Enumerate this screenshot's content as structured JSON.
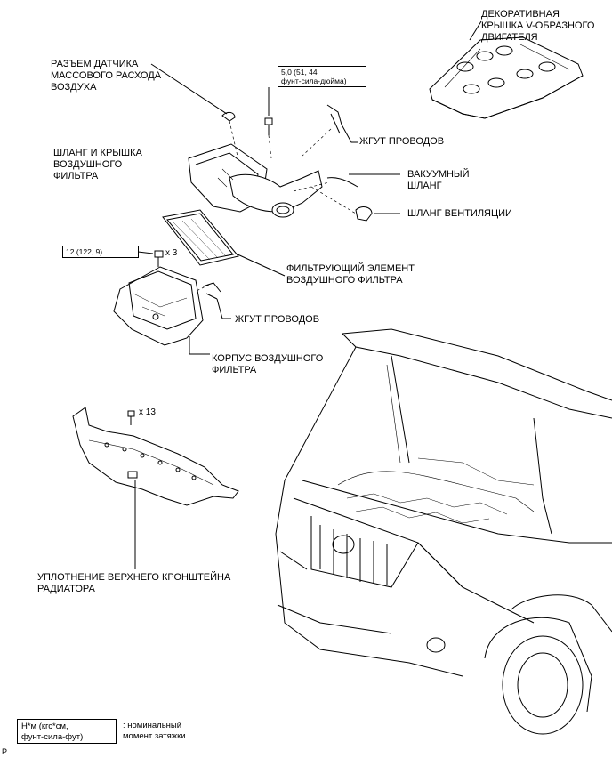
{
  "labels": {
    "engine_cover": "ДЕКОРАТИВНАЯ\nКРЫШКА V-ОБРАЗНОГО\nДВИГАТЕЛЯ",
    "maf_connector": "РАЗЪЕМ ДАТЧИКА\nМАССОВОГО РАСХОДА\nВОЗДУХА",
    "hose_and_cover": "ШЛАНГ И КРЫШКА\nВОЗДУШНОГО\nФИЛЬТРА",
    "wire_harness_top": "ЖГУТ ПРОВОДОВ",
    "vacuum_hose": "ВАКУУМНЫЙ\nШЛАНГ",
    "vent_hose": "ШЛАНГ ВЕНТИЛЯЦИИ",
    "filter_element": "ФИЛЬТРУЮЩИЙ ЭЛЕМЕНТ\nВОЗДУШНОГО ФИЛЬТРА",
    "wire_harness_mid": "ЖГУТ ПРОВОДОВ",
    "filter_case": "КОРПУС ВОЗДУШНОГО\nФИЛЬТРА",
    "radiator_seal": "УПЛОТНЕНИЕ ВЕРХНЕГО КРОНШТЕЙНА\nРАДИАТОРА"
  },
  "torques": {
    "cover_bolt": "5,0 (51, 44\nфунт-сила-дюйма)",
    "case_bolt": "12 (122, 9)"
  },
  "quantities": {
    "case_bolts": "x 3",
    "seal_clips": "x 13"
  },
  "legend": {
    "units": "Н*м (кгс*см,\nфунт-сила-фут)",
    "description": ": номинальный\nмомент затяжки"
  },
  "corner_mark": "P"
}
